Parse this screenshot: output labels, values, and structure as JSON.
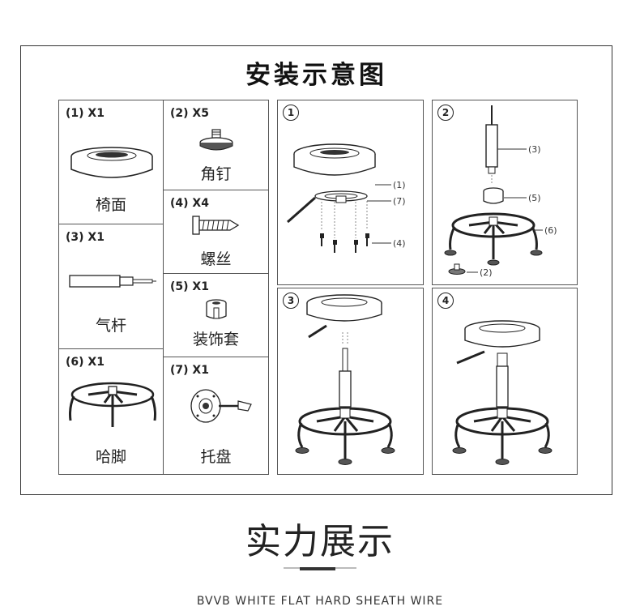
{
  "title": "安装示意图",
  "parts": [
    {
      "label": "(1) X1",
      "name": "椅面"
    },
    {
      "label": "(2) X5",
      "name": "角钉"
    },
    {
      "label": "(3) X1",
      "name": "气杆"
    },
    {
      "label": "(4) X4",
      "name": "螺丝"
    },
    {
      "label": "(5) X1",
      "name": "装饰套"
    },
    {
      "label": "(6) X1",
      "name": "哈脚"
    },
    {
      "label": "(7) X1",
      "name": "托盘"
    }
  ],
  "steps": [
    {
      "num": "1",
      "callouts": [
        "(1)",
        "(7)",
        "(4)"
      ]
    },
    {
      "num": "2",
      "callouts": [
        "(3)",
        "(5)",
        "(6)",
        "(2)"
      ]
    },
    {
      "num": "3",
      "callouts": []
    },
    {
      "num": "4",
      "callouts": []
    }
  ],
  "subtitle": "实力展示",
  "tagline": "BVVB WHITE FLAT HARD SHEATH WIRE"
}
